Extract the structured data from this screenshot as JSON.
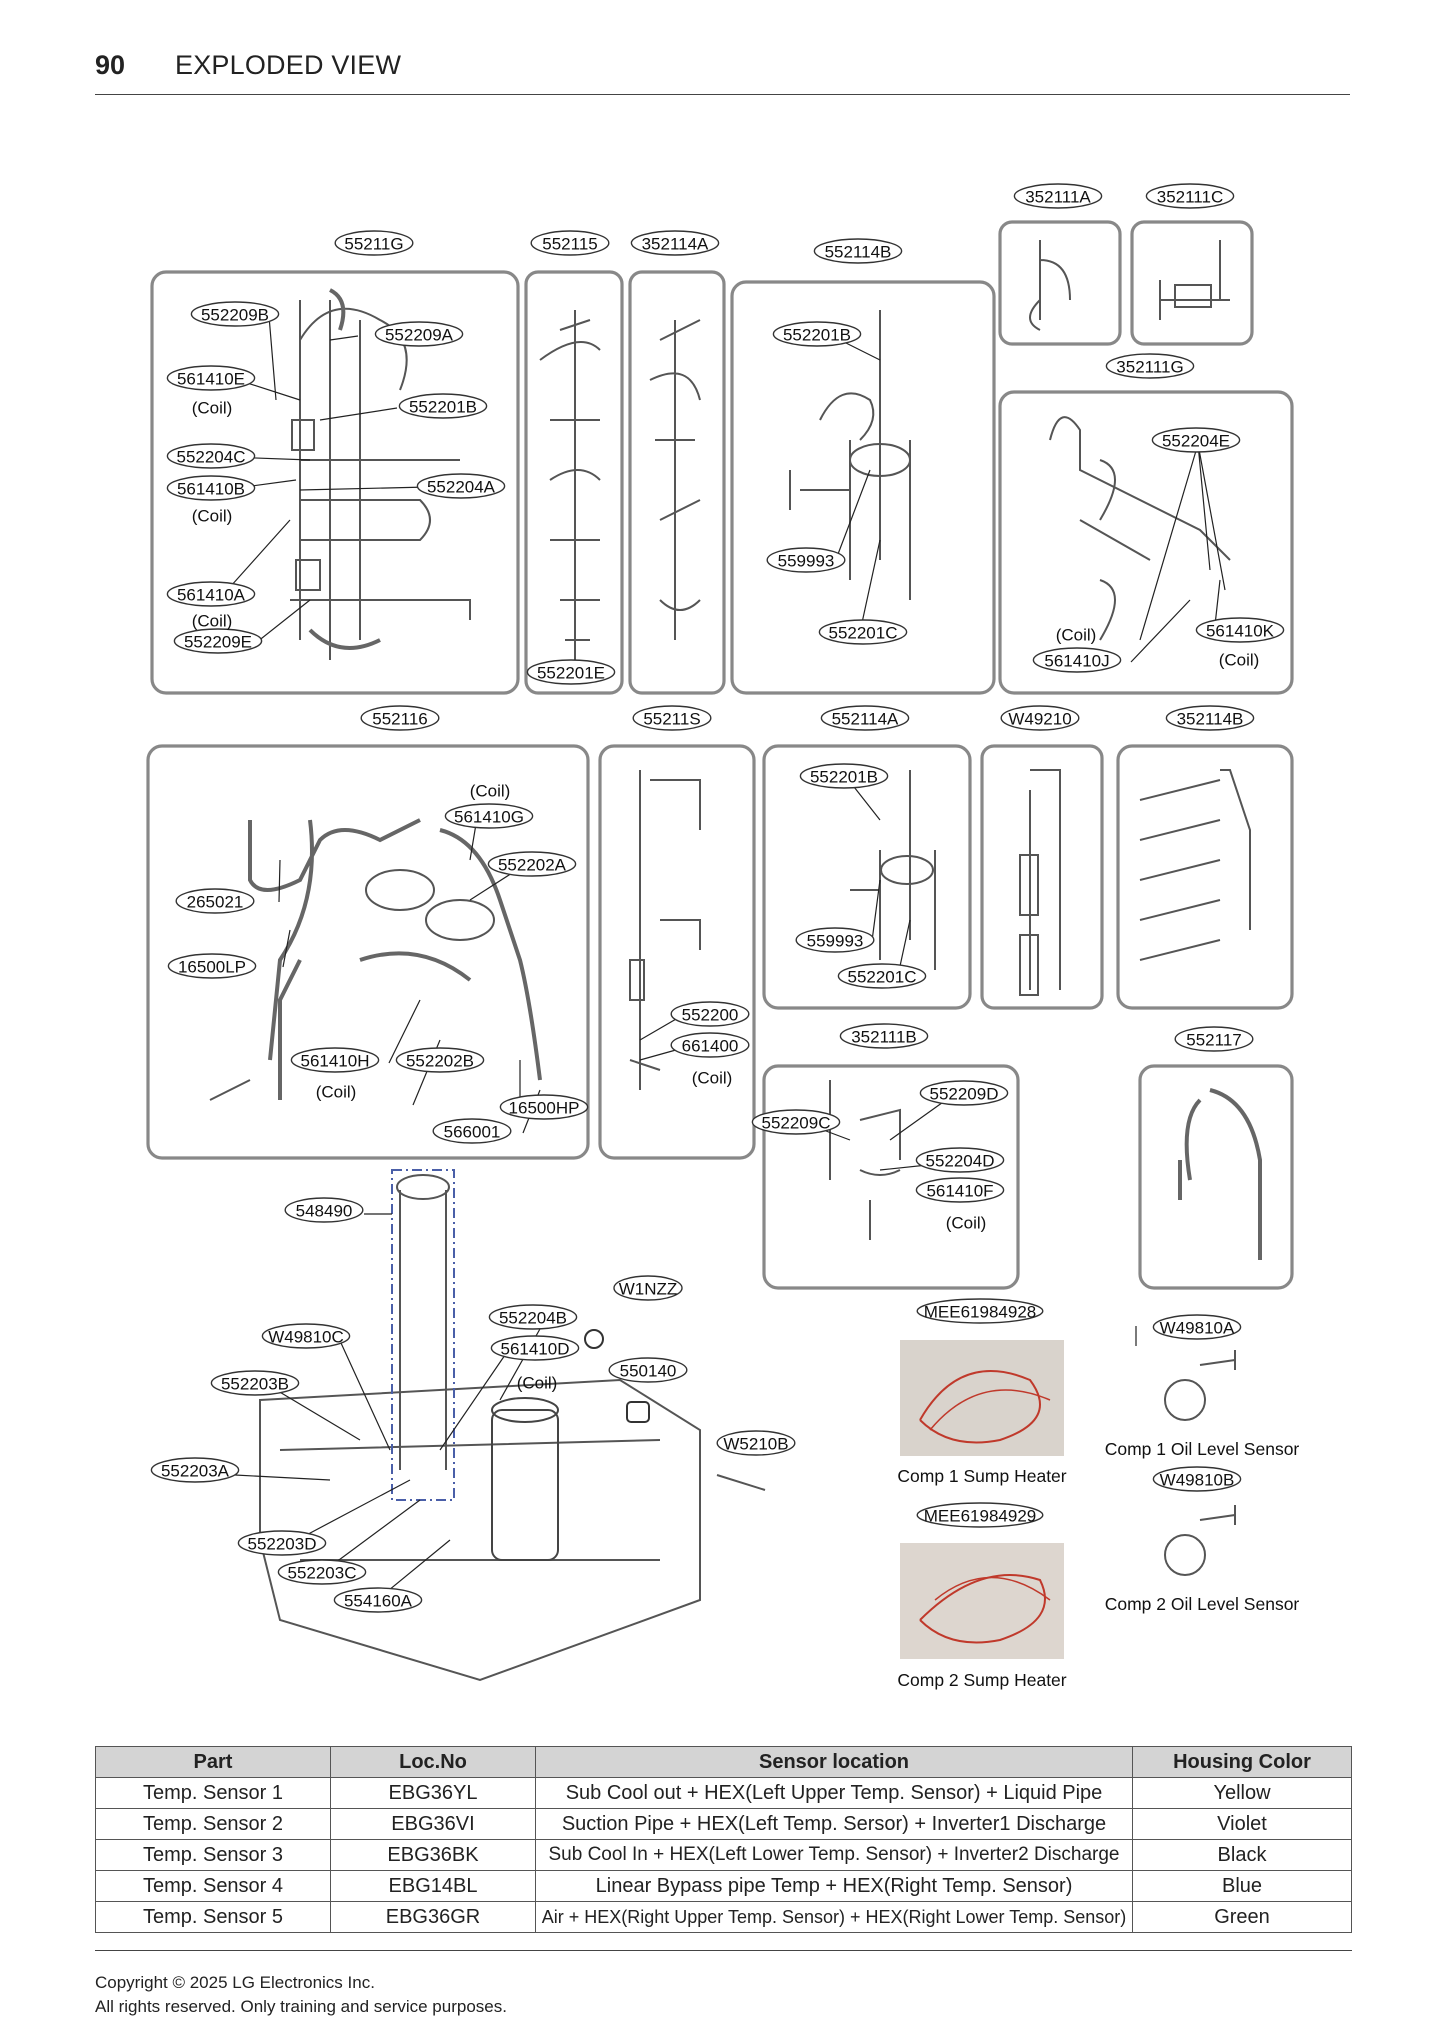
{
  "header": {
    "page_number": "90",
    "title": "EXPLODED VIEW"
  },
  "labels": {
    "552111G": "55211G",
    "552115": "552115",
    "352114A": "352114A",
    "552114B": "552114B",
    "352111A": "352111A",
    "352111C": "352111C",
    "352111G": "352111G",
    "552209B": "552209B",
    "552209A": "552209A",
    "561410E": "561410E",
    "552201B_a": "552201B",
    "552204C": "552204C",
    "552204A": "552204A",
    "561410B": "561410B",
    "561410A": "561410A",
    "552209E": "552209E",
    "552201E": "552201E",
    "552201B_b": "552201B",
    "559993_a": "559993",
    "552201C_a": "552201C",
    "552204E": "552204E",
    "561410J": "561410J",
    "561410K": "561410K",
    "552116": "552116",
    "55211S": "55211S",
    "552114A": "552114A",
    "W49210": "W49210",
    "352114B": "352114B",
    "561410G": "561410G",
    "552202A": "552202A",
    "265021": "265021",
    "16500LP": "16500LP",
    "561410H": "561410H",
    "552202B": "552202B",
    "16500HP": "16500HP",
    "566001": "566001",
    "552200": "552200",
    "661400": "661400",
    "552201B_c": "552201B",
    "559993_b": "559993",
    "552201C_b": "552201C",
    "352111B": "352111B",
    "552209D": "552209D",
    "552209C": "552209C",
    "552204D": "552204D",
    "561410F": "561410F",
    "552117": "552117",
    "548490": "548490",
    "W1NZZ": "W1NZZ",
    "552204B": "552204B",
    "561410D": "561410D",
    "W49810C": "W49810C",
    "550140": "550140",
    "552203B": "552203B",
    "W5210B": "W5210B",
    "552203A": "552203A",
    "552203D": "552203D",
    "552203C": "552203C",
    "554160A": "554160A",
    "MEE61984928": "MEE61984928",
    "MEE61984929": "MEE61984929",
    "W49810A": "W49810A",
    "W49810B": "W49810B"
  },
  "coil_note": "(Coil)",
  "captions": {
    "comp1_sump": "Comp 1 Sump Heater",
    "comp2_sump": "Comp 2 Sump Heater",
    "comp1_oil": "Comp 1 Oil Level Sensor",
    "comp2_oil": "Comp 2 Oil Level Sensor"
  },
  "table": {
    "headers": [
      "Part",
      "Loc.No",
      "Sensor location",
      "Housing Color"
    ],
    "rows": [
      [
        "Temp. Sensor 1",
        "EBG36YL",
        "Sub Cool out + HEX(Left Upper Temp. Sensor) + Liquid Pipe",
        "Yellow"
      ],
      [
        "Temp. Sensor 2",
        "EBG36VI",
        "Suction Pipe + HEX(Left Temp. Sersor) + Inverter1 Discharge",
        "Violet"
      ],
      [
        "Temp. Sensor 3",
        "EBG36BK",
        "Sub Cool In + HEX(Left Lower Temp. Sensor) + Inverter2 Discharge",
        "Black"
      ],
      [
        "Temp. Sensor 4",
        "EBG14BL",
        "Linear Bypass pipe Temp + HEX(Right Temp. Sensor)",
        "Blue"
      ],
      [
        "Temp. Sensor 5",
        "EBG36GR",
        "Air + HEX(Right Upper Temp. Sensor) + HEX(Right Lower Temp. Sensor)",
        "Green"
      ]
    ]
  },
  "footer": {
    "line1": "Copyright © 2025 LG Electronics Inc.",
    "line2": "All rights reserved. Only training and service purposes."
  }
}
